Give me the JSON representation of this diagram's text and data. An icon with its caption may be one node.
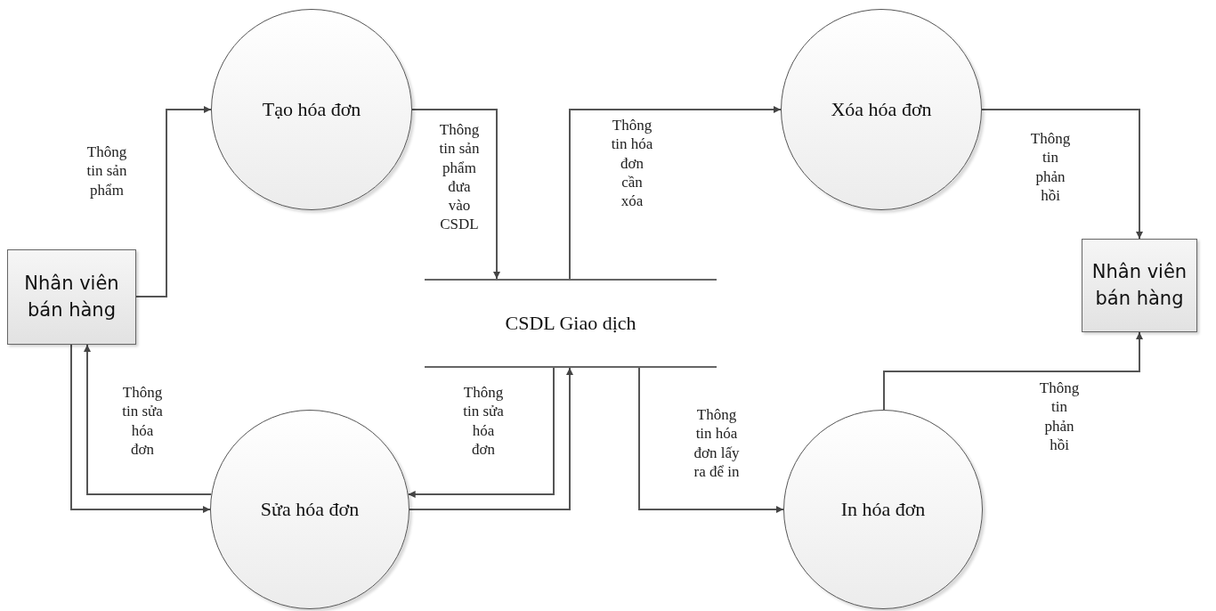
{
  "diagram": {
    "nodes": [
      {
        "text": [
          "Nhân viên bán hàng"
        ]
      },
      {
        "text": [
          "Tạo hóa đơn"
        ]
      },
      {
        "text": [
          "CSDL Giao dịch"
        ]
      },
      {
        "text": [
          "Xóa hóa đơn"
        ]
      },
      {
        "text": [
          "Nhân viên bán hàng"
        ]
      },
      {
        "text": [
          "Sửa hóa đơn"
        ]
      },
      {
        "text": [
          "In hóa đơn"
        ]
      }
    ],
    "edges": [
      {
        "from": 0,
        "to": 1,
        "arrow": "to",
        "label": "Thông tin sản phẩm"
      },
      {
        "from": 1,
        "to": 2,
        "arrow": "to",
        "label": "Thông tin sản phẩm đưa vào CSDL"
      },
      {
        "from": 2,
        "to": 3,
        "arrow": "to",
        "label": "Thông tin hóa đơn cần xóa"
      },
      {
        "from": 3,
        "to": 4,
        "arrow": "to",
        "label": "Thông tin phản hồi"
      },
      {
        "from": 6,
        "to": 4,
        "arrow": "to",
        "label": "Thông tin phản hồi"
      },
      {
        "from": 2,
        "to": 6,
        "arrow": "to",
        "label": "Thông tin hóa đơn lấy ra để in"
      },
      {
        "from": 5,
        "to": 0,
        "arrow": "to",
        "label": "Thông tin sửa hóa đơn"
      },
      {
        "from": 0,
        "to": 5,
        "arrow": "to"
      },
      {
        "from": 2,
        "to": 5,
        "arrow": "to",
        "label": "Thông tin sửa hóa đơn"
      },
      {
        "from": 5,
        "to": 2,
        "arrow": "to"
      }
    ]
  }
}
